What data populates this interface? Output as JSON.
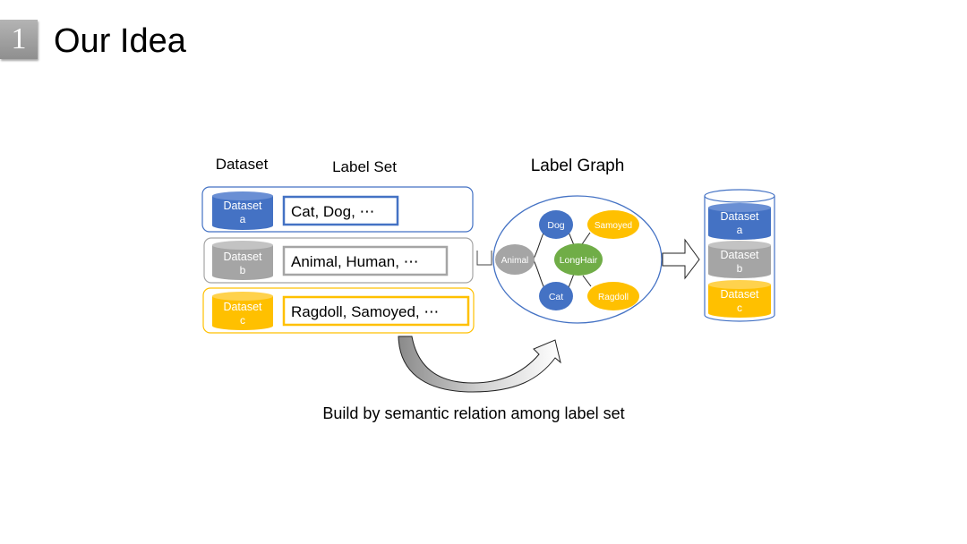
{
  "slide": {
    "number": "1",
    "title": "Our Idea"
  },
  "headers": {
    "dataset": "Dataset",
    "label_set": "Label Set",
    "label_graph": "Label Graph"
  },
  "rows": [
    {
      "ds_line1": "Dataset",
      "ds_line2": "a",
      "labels": "Cat, Dog, ⋯",
      "color": "#4472c4"
    },
    {
      "ds_line1": "Dataset",
      "ds_line2": "b",
      "labels": "Animal, Human, ⋯",
      "color": "#a5a5a5"
    },
    {
      "ds_line1": "Dataset",
      "ds_line2": "c",
      "labels": "Ragdoll, Samoyed, ⋯",
      "color": "#ffc000"
    }
  ],
  "graph_nodes": {
    "animal": "Animal",
    "dog": "Dog",
    "cat": "Cat",
    "longhair": "LongHair",
    "samoyed": "Samoyed",
    "ragdoll": "Ragdoll"
  },
  "merged": [
    {
      "line1": "Dataset",
      "line2": "a"
    },
    {
      "line1": "Dataset",
      "line2": "b"
    },
    {
      "line1": "Dataset",
      "line2": "c"
    }
  ],
  "caption": "Build by semantic relation among label set",
  "colors": {
    "blue": "#4472c4",
    "gray": "#a5a5a5",
    "yellow": "#ffc000",
    "green": "#70ad47"
  }
}
